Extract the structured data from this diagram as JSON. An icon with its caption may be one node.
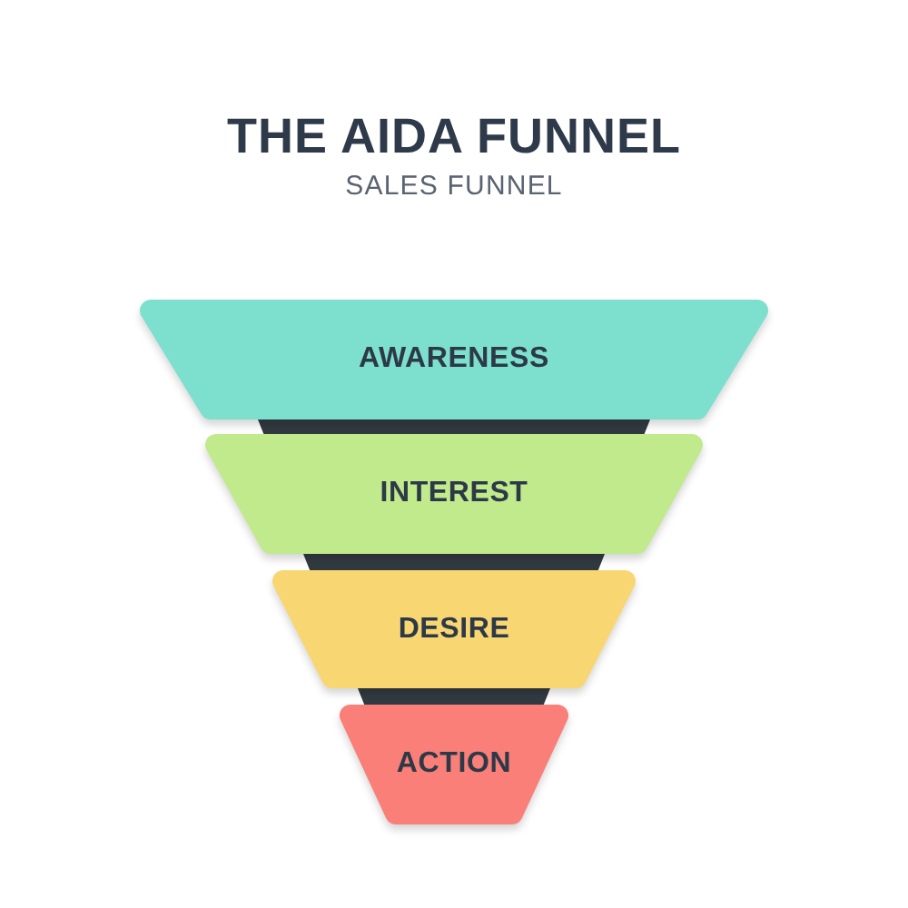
{
  "diagram": {
    "title": "THE AIDA FUNNEL",
    "nodes": [
      {
        "text": [
          "AWARENESS"
        ]
      },
      {
        "text": [
          "INTEREST"
        ]
      },
      {
        "text": [
          "DESIRE"
        ]
      },
      {
        "text": [
          "ACTION"
        ]
      }
    ],
    "labels": [
      "SALES FUNNEL"
    ]
  }
}
